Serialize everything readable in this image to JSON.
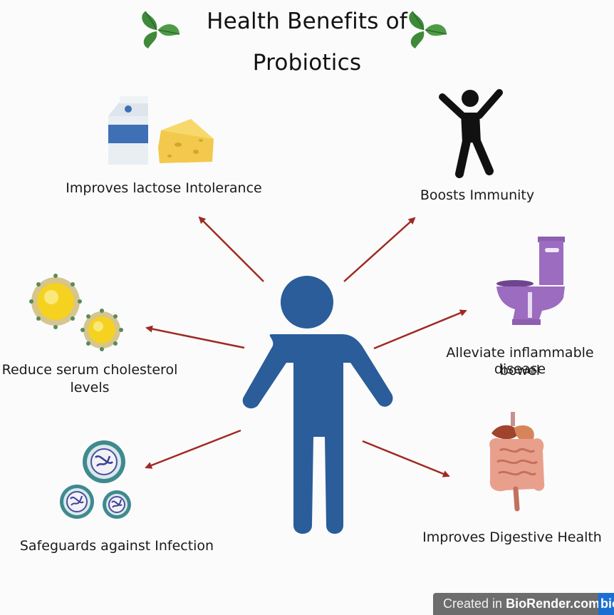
{
  "title": {
    "line1": "Health Benefits of",
    "line2": "Probiotics"
  },
  "benefits": [
    {
      "label": "Improves lactose Intolerance",
      "icon": "milk-cheese-icon"
    },
    {
      "label": "Boosts Immunity",
      "icon": "person-cheering-icon"
    },
    {
      "label": "Reduce serum cholesterol levels",
      "line1": "Reduce serum cholesterol",
      "line2": "levels",
      "icon": "cholesterol-icon"
    },
    {
      "label": "Alleviate inflammable bowel disease",
      "line1": "Alleviate inflammable bowel",
      "line2": "disease",
      "icon": "toilet-icon"
    },
    {
      "label": "Safeguards against Infection",
      "icon": "virus-icon"
    },
    {
      "label": "Improves Digestive Health",
      "icon": "digestive-system-icon"
    }
  ],
  "central_figure": {
    "icon": "person-icon",
    "color": "#2a5d99"
  },
  "arrow_color": "#9e2a22",
  "leaf_icon": "leaf-icon",
  "watermark": {
    "prefix": "Created in",
    "brand": "BioRender.com",
    "logo": "bio"
  }
}
